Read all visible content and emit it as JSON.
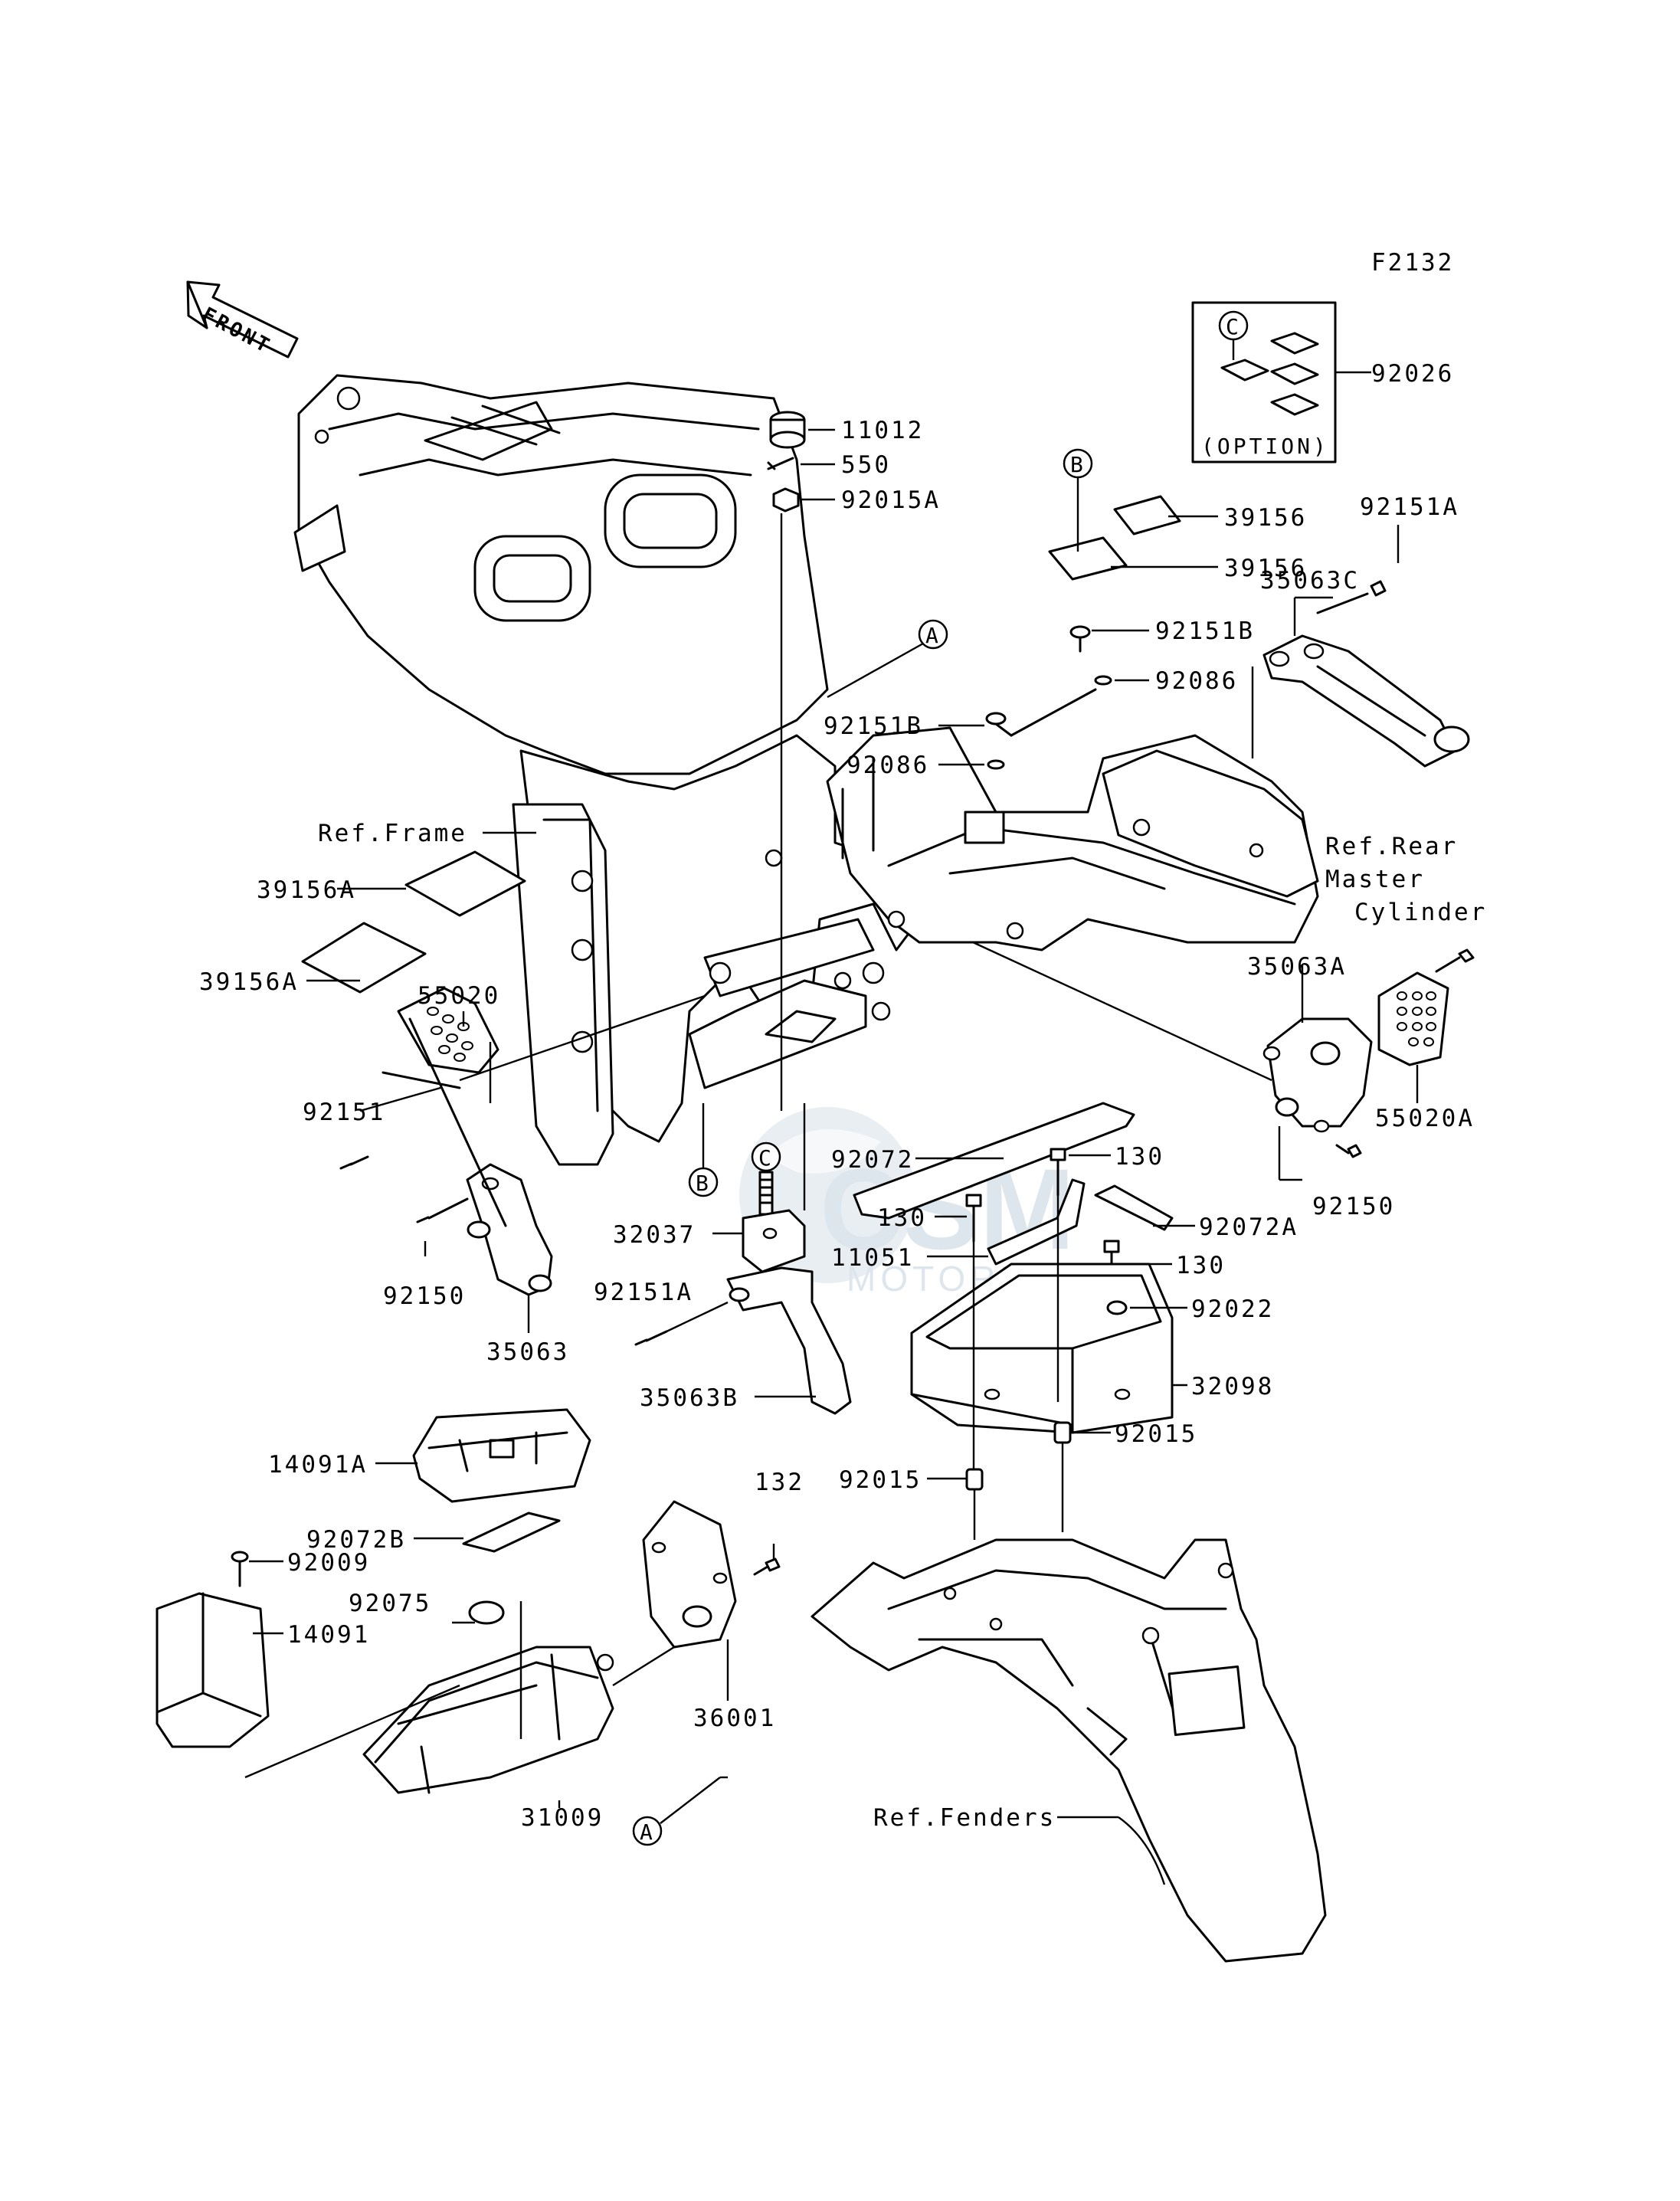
{
  "diagram": {
    "code": "F2132",
    "front_label": "FRONT",
    "option_label": "(OPTION)",
    "reference_letters": [
      "A",
      "B",
      "C"
    ],
    "references": {
      "frame": "Ref.Frame",
      "rear_master_cylinder": [
        "Ref.Rear",
        "Master",
        "Cylinder"
      ],
      "fenders": "Ref.Fenders"
    },
    "part_labels": [
      "92026",
      "11012",
      "550",
      "92015A",
      "39156",
      "39156",
      "92151A",
      "35063C",
      "92151B",
      "92086",
      "92151B",
      "92086",
      "39156A",
      "39156A",
      "55020",
      "92151",
      "92150",
      "35063",
      "35063A",
      "55020A",
      "92150",
      "92072",
      "130",
      "130",
      "92072A",
      "11051",
      "130",
      "32037",
      "92151A",
      "35063B",
      "92022",
      "32098",
      "92015",
      "92015",
      "14091A",
      "132",
      "92072B",
      "92009",
      "92075",
      "14091",
      "36001",
      "31009"
    ],
    "watermark": {
      "brand": "MOTORPARTS",
      "color": "#6f8fb0"
    }
  }
}
